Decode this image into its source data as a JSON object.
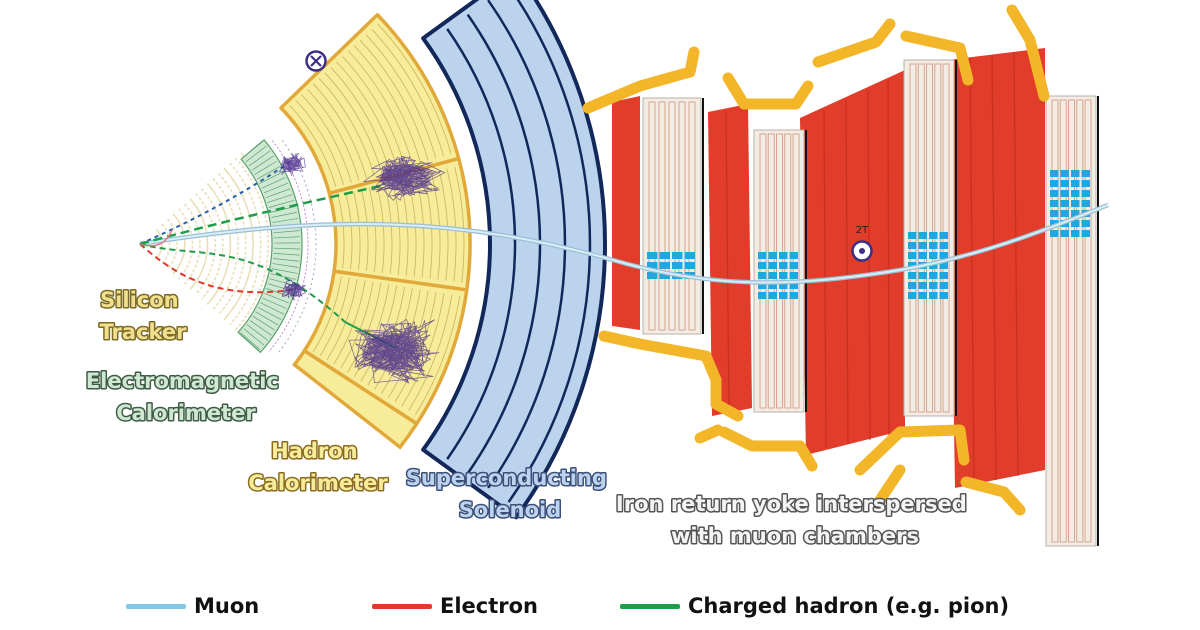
{
  "labels": {
    "silicon_tracker": [
      "Silicon",
      "Tracker"
    ],
    "ecal": [
      "Electromagnetic",
      "Calorimeter"
    ],
    "hcal": [
      "Hadron",
      "Calorimeter"
    ],
    "solenoid": [
      "Superconducting",
      "Solenoid"
    ],
    "yoke": [
      "Iron return yoke interspersed",
      "with muon chambers"
    ]
  },
  "field_label": "2T",
  "legend": [
    {
      "name": "Muon",
      "color": "#7ec8e3"
    },
    {
      "name": "Electron",
      "color": "#e03b2a"
    },
    {
      "name": "Charged hadron (e.g. pion)",
      "color": "#1e9e4a"
    }
  ],
  "colors": {
    "muon": "#7ec8e3",
    "electron": "#e03b2a",
    "hadron": "#1e9e4a",
    "photon": "#2c5fa8",
    "tracker": "#e9dfb8",
    "ecal_fill": "#cfe8d2",
    "ecal_line": "#5aa06a",
    "hcal_fill": "#f7ec9a",
    "hcal_line": "#e1a93a",
    "solenoid_fill": "#bcd3ee",
    "solenoid_line": "#13285a",
    "iron": "#e23c2a",
    "yoke_frame": "#f2b628",
    "chamber_fill": "#f2ece4",
    "muon_cell": "#1fa8e0",
    "shower": "#4b2e8c"
  },
  "icons": {
    "field_into_page": "cross-circle-icon",
    "field_out_of_page": "dot-circle-icon"
  }
}
